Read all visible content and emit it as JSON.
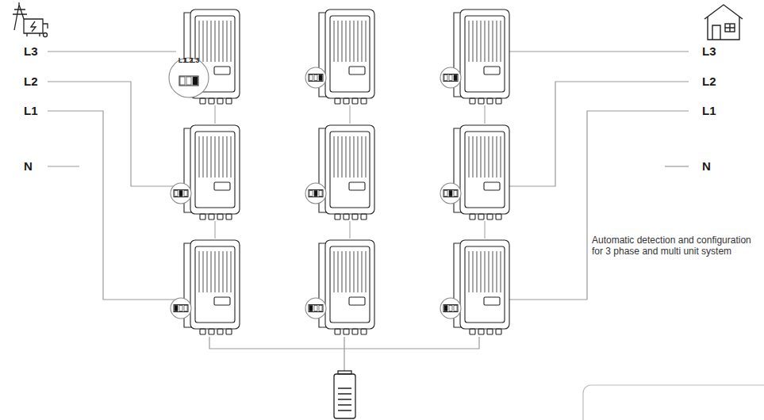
{
  "diagram": {
    "labels": [
      "L3",
      "L2",
      "L1",
      "N",
      "L1",
      "L2",
      "L3",
      "L3",
      "L2",
      "L1",
      "N",
      "Automatic detection and configuration for 3 phase and multi unit system"
    ]
  }
}
